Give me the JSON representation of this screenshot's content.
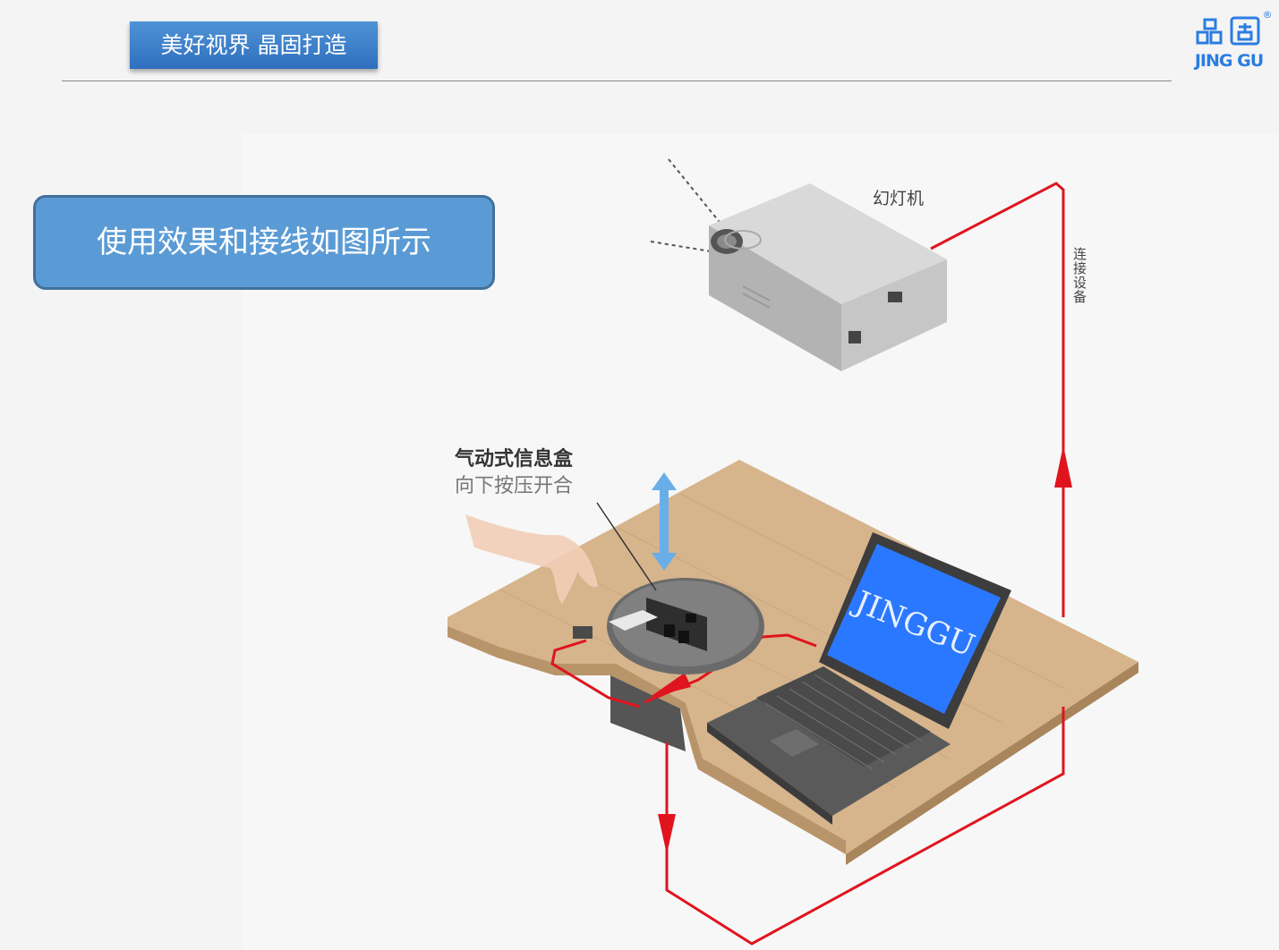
{
  "header": {
    "slogan": "美好视界 晶固打造",
    "logo_cn": "晶固",
    "logo_en": "JING GU",
    "registered_mark": "®"
  },
  "callout": {
    "text": "使用效果和接线如图所示"
  },
  "diagram": {
    "projector_label": "幻灯机",
    "connect_label": "连接设备",
    "box_title": "气动式信息盒",
    "box_subtitle": "向下按压开合",
    "laptop_screen_text": "JINGGU"
  },
  "colors": {
    "badge_blue": "#3a7dc9",
    "callout_blue": "#5b9bd5",
    "cable_red": "#e0141e",
    "screen_blue": "#1f6bff",
    "desk_wood": "#d2b48c"
  }
}
